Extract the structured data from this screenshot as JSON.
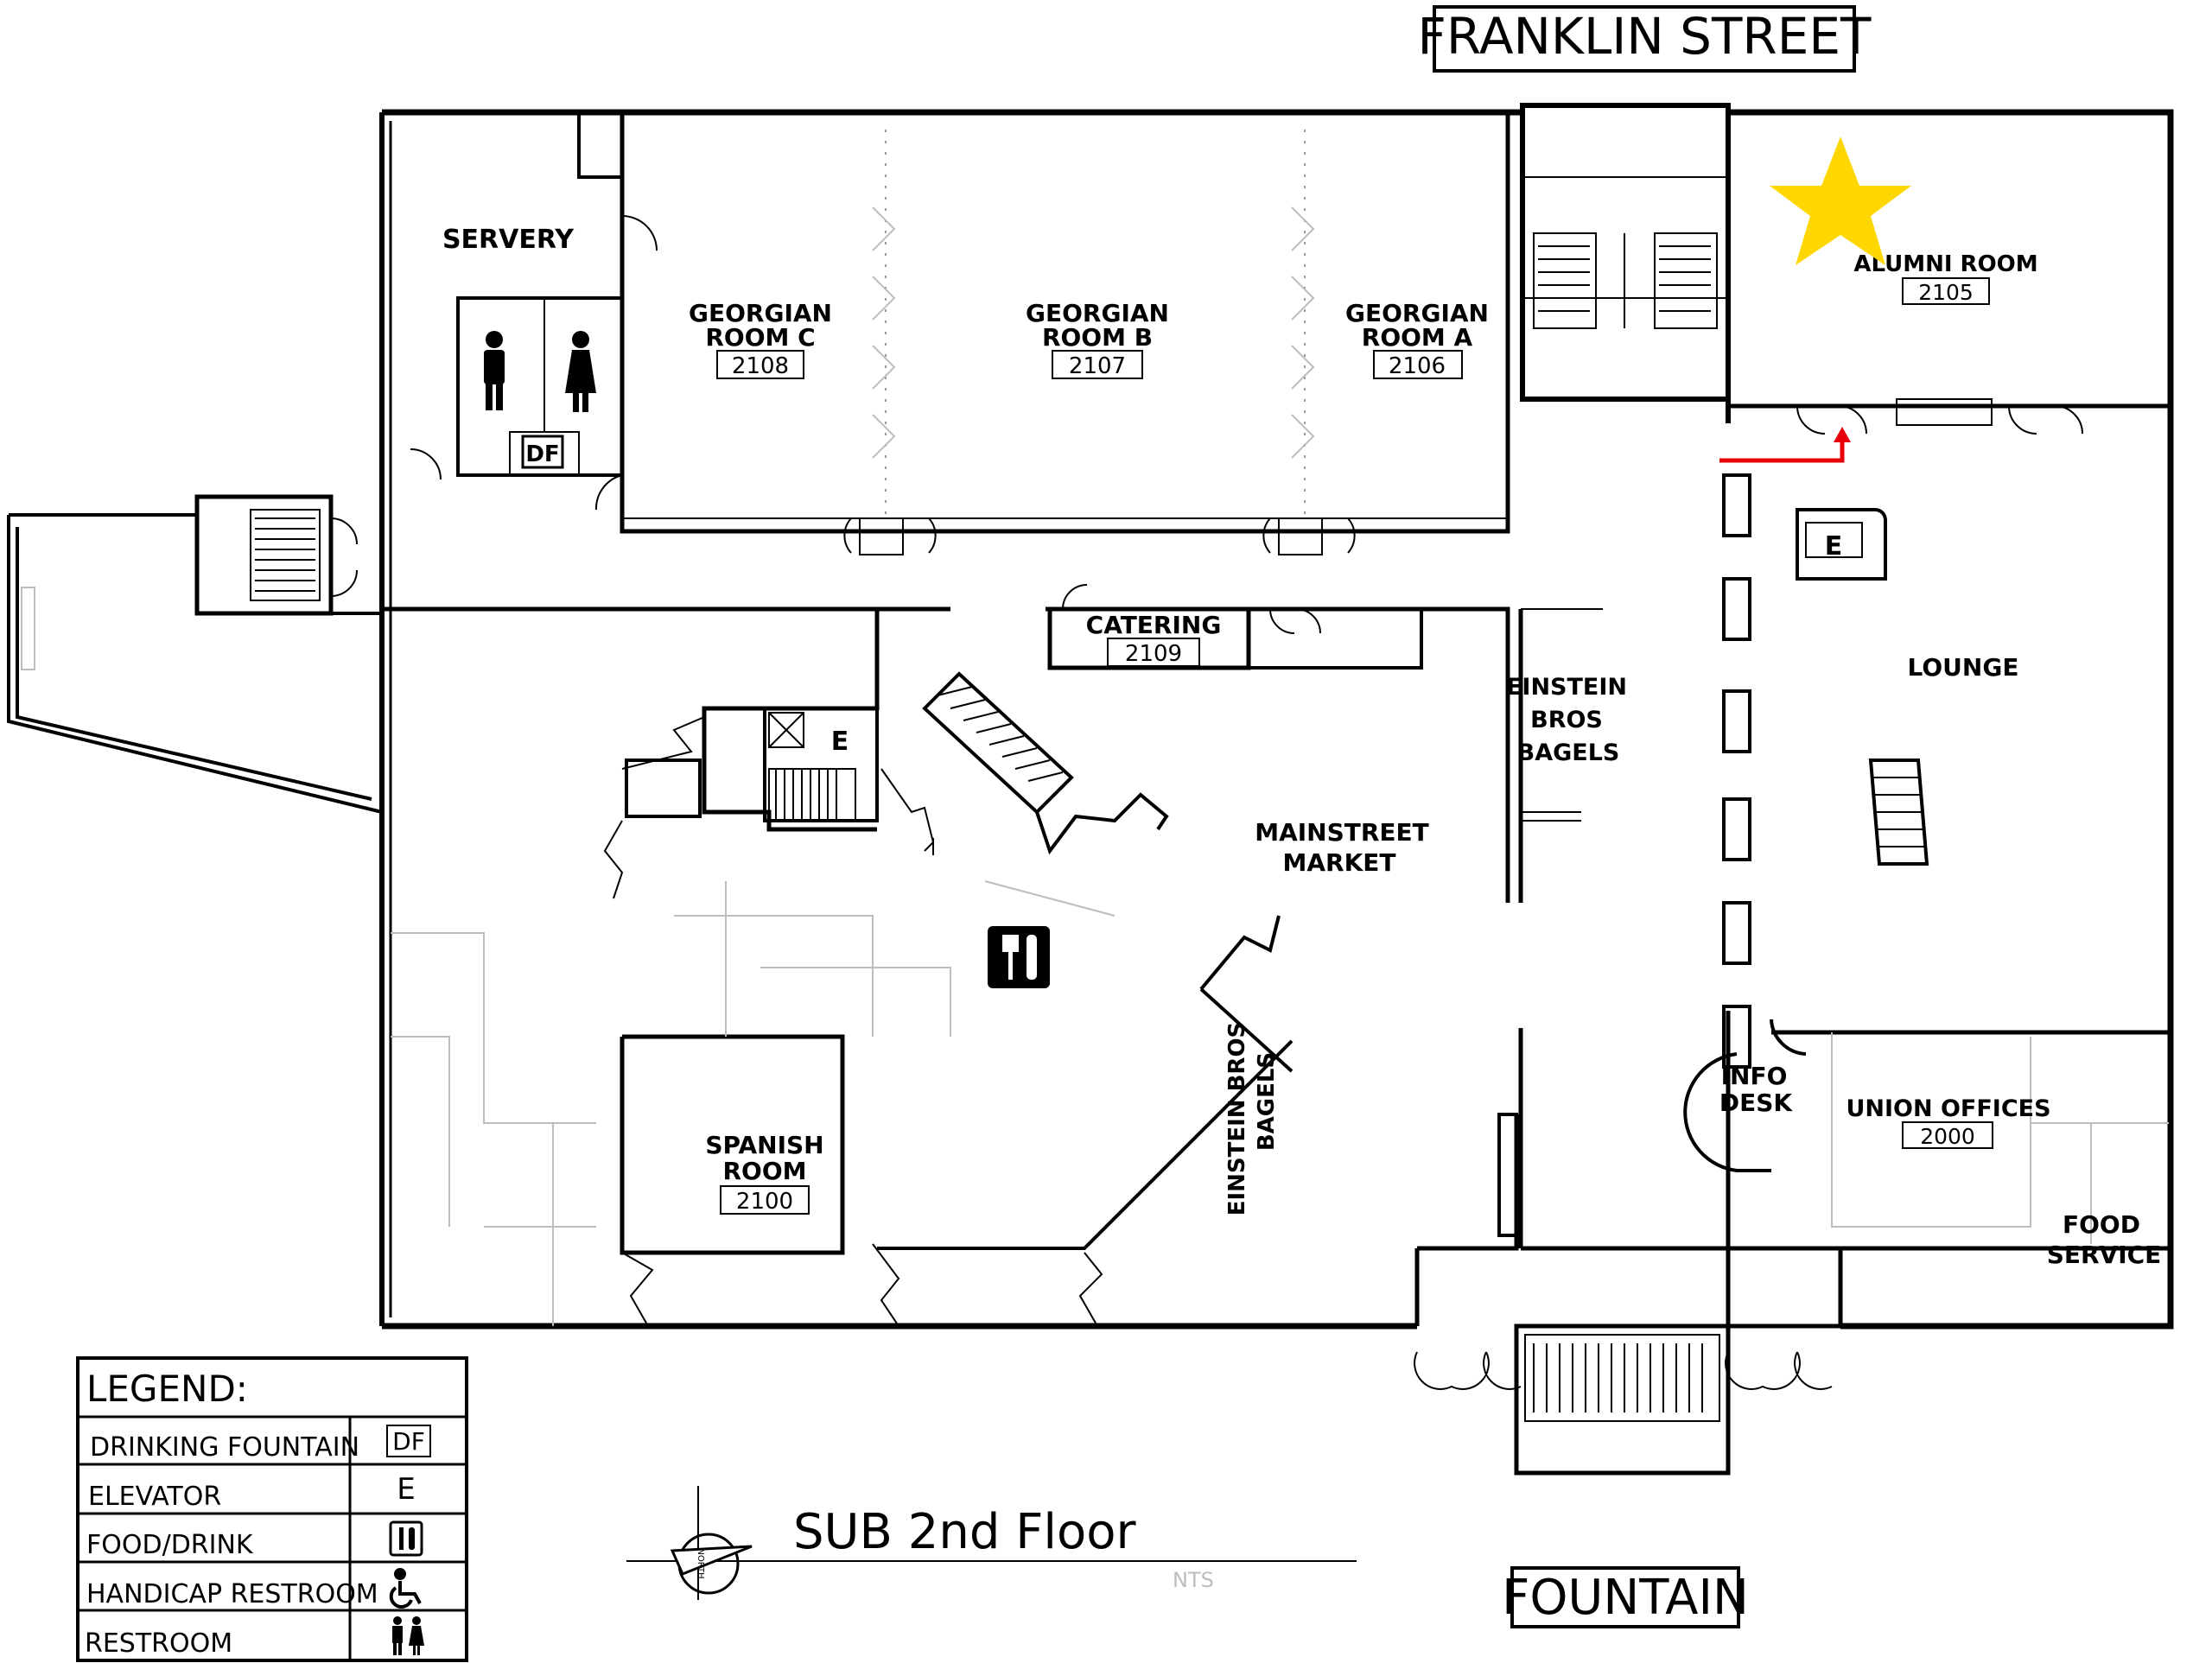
{
  "map": {
    "title": "SUB 2nd Floor",
    "scale_note": "NTS",
    "compass_label": "NORTH",
    "streets": {
      "north": "FRANKLIN STREET",
      "south": "FOUNTAIN"
    },
    "rooms": {
      "servery": "SERVERY",
      "georgian_c": {
        "name_1": "GEORGIAN",
        "name_2": "ROOM C",
        "number": "2108"
      },
      "georgian_b": {
        "name_1": "GEORGIAN",
        "name_2": "ROOM B",
        "number": "2107"
      },
      "georgian_a": {
        "name_1": "GEORGIAN",
        "name_2": "ROOM A",
        "number": "2106"
      },
      "alumni": {
        "name": "ALUMNI ROOM",
        "number": "2105"
      },
      "catering": {
        "name": "CATERING",
        "number": "2109"
      },
      "einstein_north": {
        "line_1": "EINSTEIN",
        "line_2": "BROS",
        "line_3": "BAGELS"
      },
      "mainstreet": {
        "line_1": "MAINSTREET",
        "line_2": "MARKET"
      },
      "lounge": "LOUNGE",
      "spanish": {
        "name_1": "SPANISH",
        "name_2": "ROOM",
        "number": "2100"
      },
      "einstein_south": {
        "line_1": "EINSTEIN BROS",
        "line_2": "BAGELS"
      },
      "info_desk": {
        "line_1": "INFO",
        "line_2": "DESK"
      },
      "union_offices": {
        "name": "UNION OFFICES",
        "number": "2000"
      },
      "food_service": {
        "line_1": "FOOD",
        "line_2": "SERVICE"
      },
      "df_marker": "DF",
      "elevator_marker": "E"
    },
    "highlight": {
      "star_color": "#FFD700",
      "arrow_color": "#E8000B",
      "destination": "ALUMNI ROOM"
    }
  },
  "legend": {
    "title": "LEGEND:",
    "items": [
      {
        "label": "DRINKING FOUNTAIN",
        "symbol": "DF",
        "icon": "df-box-icon"
      },
      {
        "label": "ELEVATOR",
        "symbol": "E",
        "icon": "elevator-icon"
      },
      {
        "label": "FOOD/DRINK",
        "symbol": "",
        "icon": "fork-knife-icon"
      },
      {
        "label": "HANDICAP RESTROOM",
        "symbol": "",
        "icon": "wheelchair-icon"
      },
      {
        "label": "RESTROOM",
        "symbol": "",
        "icon": "restroom-icon"
      }
    ]
  }
}
